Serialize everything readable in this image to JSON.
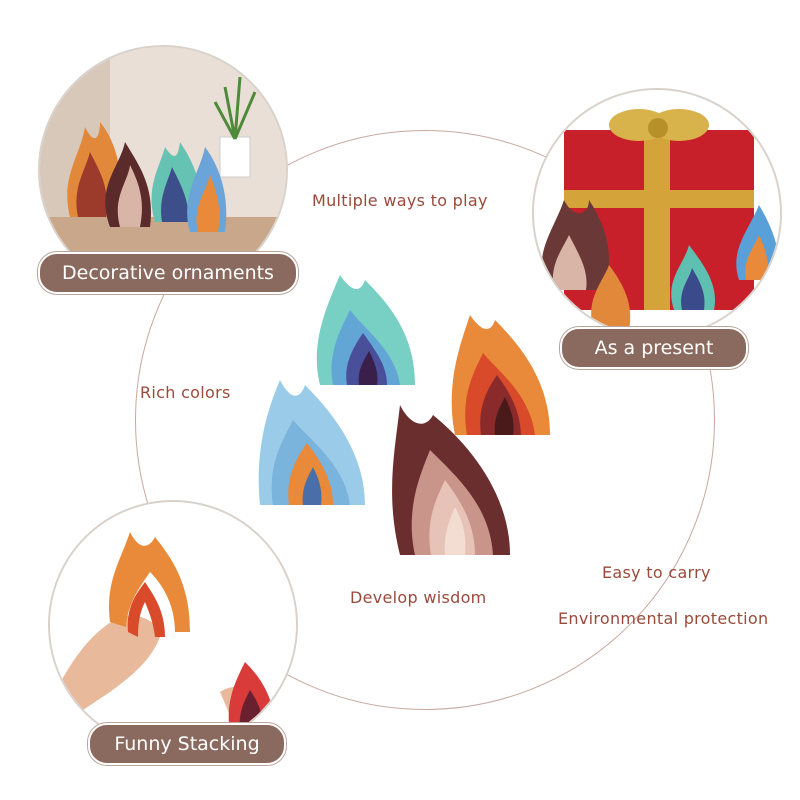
{
  "labels": {
    "decorative": "Decorative ornaments",
    "present": "As a present",
    "stacking": "Funny Stacking"
  },
  "features": {
    "multiple": "Multiple ways to play",
    "rich": "Rich colors",
    "wisdom": "Develop wisdom",
    "carry": "Easy to carry",
    "environment": "Environmental protection"
  },
  "colors": {
    "accent_text": "#9a4a3a",
    "pill_bg": "#8a6a5e",
    "ring": "#c9a8a0"
  }
}
